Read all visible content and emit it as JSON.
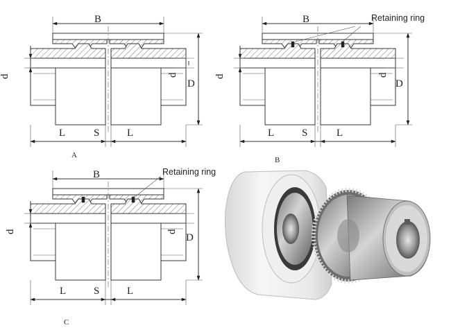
{
  "labels": {
    "B": "B",
    "L": "L",
    "S": "S",
    "d": "d",
    "D": "D"
  },
  "callouts": {
    "retaining_ring": "Retaining ring"
  },
  "views": [
    {
      "id": "A",
      "caption": "A",
      "retaining_ring": false
    },
    {
      "id": "B",
      "caption": "B",
      "retaining_ring": true
    },
    {
      "id": "C",
      "caption": "C",
      "retaining_ring": true
    }
  ],
  "photo": {
    "subject": "gear-coupling-photo"
  },
  "colors": {
    "line": "#333333",
    "sleeve": "#e8e8e8",
    "steel": "#a9a9a9"
  }
}
